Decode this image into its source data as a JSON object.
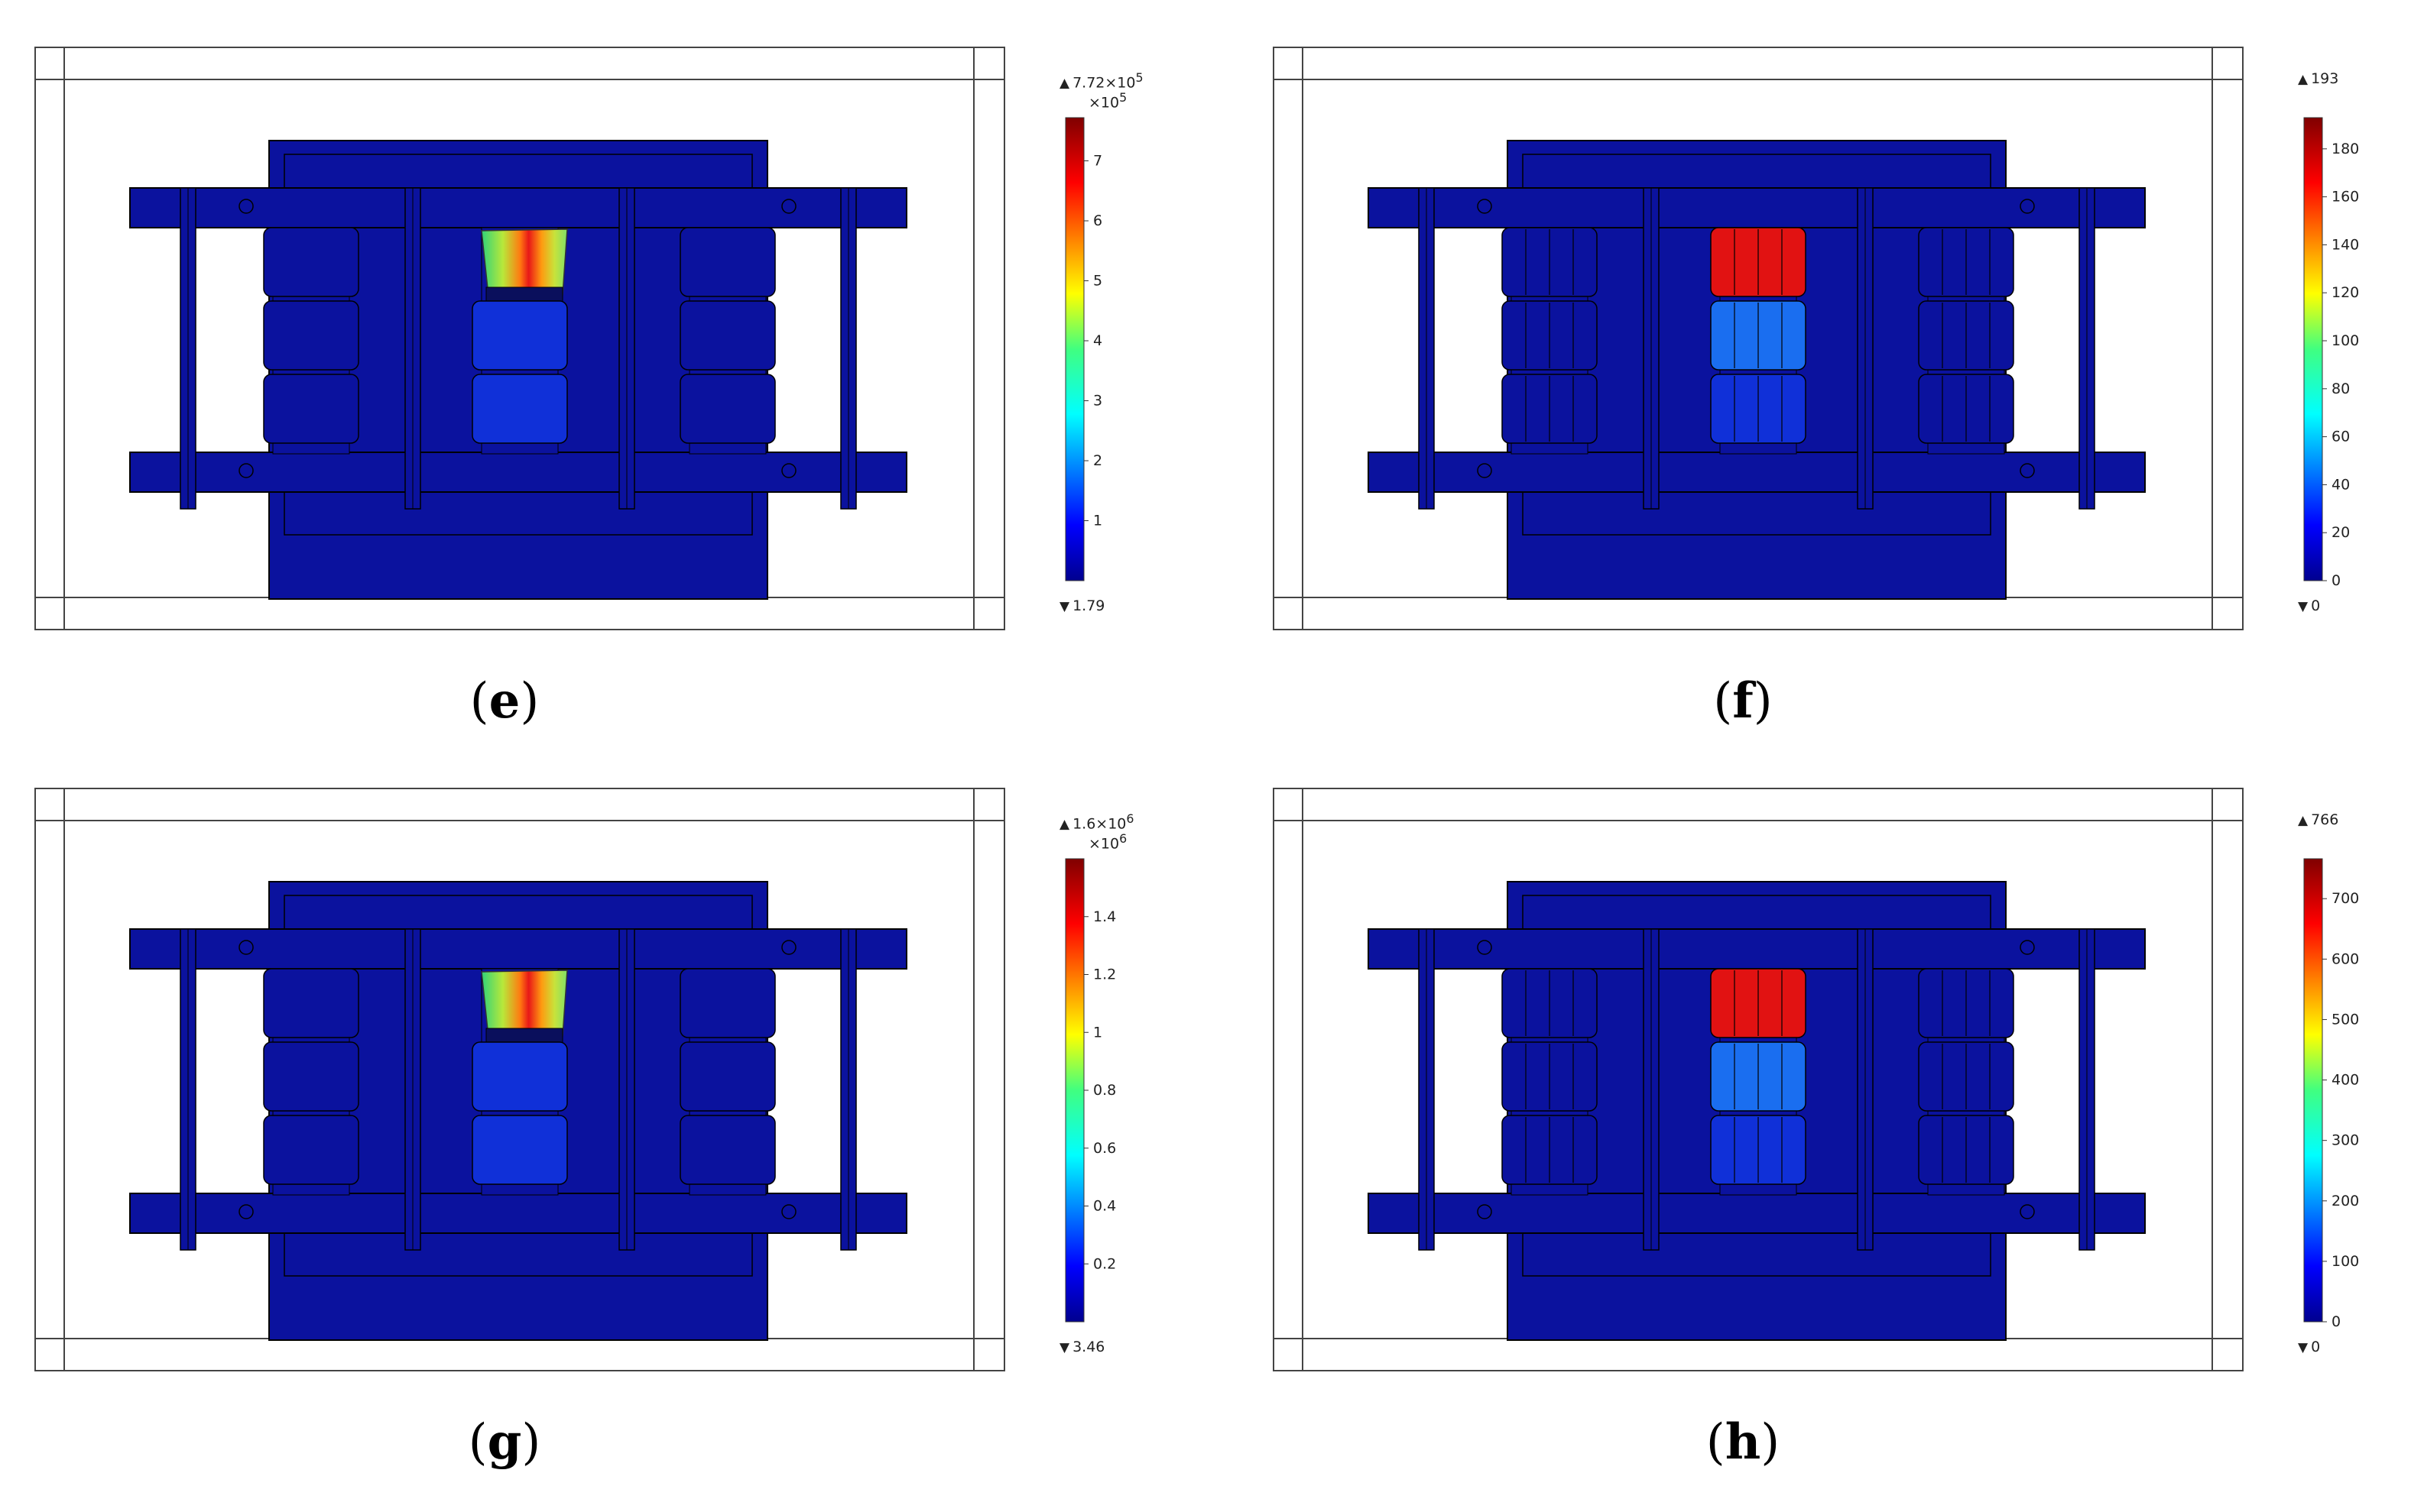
{
  "panels": [
    {
      "id": "e",
      "caption_letter": "e",
      "colorbar": {
        "max_label": "7.72×10",
        "max_exp": "5",
        "multiplier": "×10",
        "multiplier_exp": "5",
        "min_label": "1.79",
        "ticks": [
          "7",
          "6",
          "5",
          "4",
          "3",
          "2",
          "1"
        ],
        "tick_values": [
          7,
          6,
          5,
          4,
          3,
          2,
          1
        ],
        "range": [
          1.79e-05,
          7.72
        ]
      },
      "field": "gradient"
    },
    {
      "id": "f",
      "caption_letter": "f",
      "colorbar": {
        "max_label": "193",
        "max_exp": "",
        "multiplier": "",
        "multiplier_exp": "",
        "min_label": "0",
        "ticks": [
          "180",
          "160",
          "140",
          "120",
          "100",
          "80",
          "60",
          "40",
          "20",
          "0"
        ],
        "tick_values": [
          180,
          160,
          140,
          120,
          100,
          80,
          60,
          40,
          20,
          0
        ],
        "range": [
          0,
          193
        ]
      },
      "field": "discs"
    },
    {
      "id": "g",
      "caption_letter": "g",
      "colorbar": {
        "max_label": "1.6×10",
        "max_exp": "6",
        "multiplier": "×10",
        "multiplier_exp": "6",
        "min_label": "3.46",
        "ticks": [
          "1.4",
          "1.2",
          "1",
          "0.8",
          "0.6",
          "0.4",
          "0.2"
        ],
        "tick_values": [
          1.4,
          1.2,
          1.0,
          0.8,
          0.6,
          0.4,
          0.2
        ],
        "range": [
          3.46e-06,
          1.6
        ]
      },
      "field": "gradient"
    },
    {
      "id": "h",
      "caption_letter": "h",
      "colorbar": {
        "max_label": "766",
        "max_exp": "",
        "multiplier": "",
        "multiplier_exp": "",
        "min_label": "0",
        "ticks": [
          "700",
          "600",
          "500",
          "400",
          "300",
          "200",
          "100",
          "0"
        ],
        "tick_values": [
          700,
          600,
          500,
          400,
          300,
          200,
          100,
          0
        ],
        "range": [
          0,
          766
        ]
      },
      "field": "discs"
    }
  ],
  "colors": {
    "dark_blue": "#0b129e",
    "frame_line": "#444444",
    "hot_red": "#e11212",
    "mid_blue": "#1a6ef0",
    "disc_blue": "#1030d8"
  }
}
